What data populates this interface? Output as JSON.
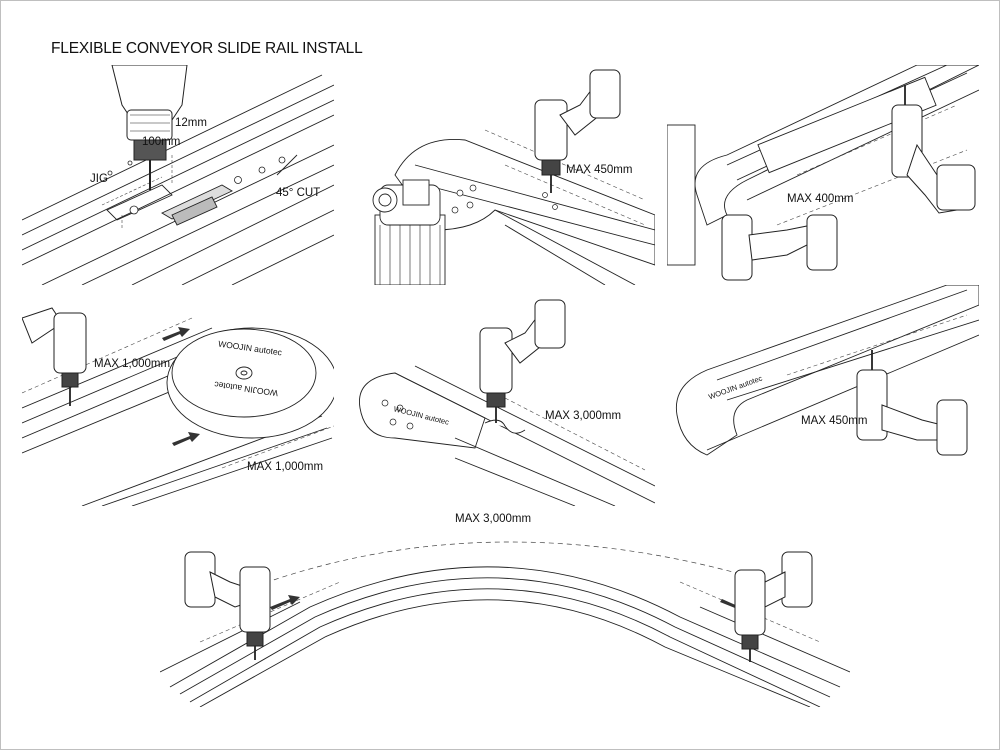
{
  "title": "FLEXIBLE CONVEYOR SLIDE RAIL INSTALL",
  "panels": {
    "p1": {
      "label_12mm": "12mm",
      "label_100mm": "100mm",
      "label_jig": "JIG",
      "label_cut": "45° CUT"
    },
    "p2": {
      "label_max": "MAX 450mm"
    },
    "p3": {
      "label_max": "MAX 400mm"
    },
    "p4": {
      "label_max_top": "MAX 1,000mm",
      "label_max_bottom": "MAX 1,000mm",
      "wheel_text_top": "WOOJIN autotec",
      "wheel_text_bottom": "WOOJIN autotec"
    },
    "p5": {
      "label_max": "MAX 3,000mm",
      "plate_text": "WOOJIN autotec"
    },
    "p6": {
      "label_max": "MAX 450mm",
      "plate_text": "WOOJIN autotec"
    },
    "p7": {
      "label_max": "MAX 3,000mm"
    }
  }
}
